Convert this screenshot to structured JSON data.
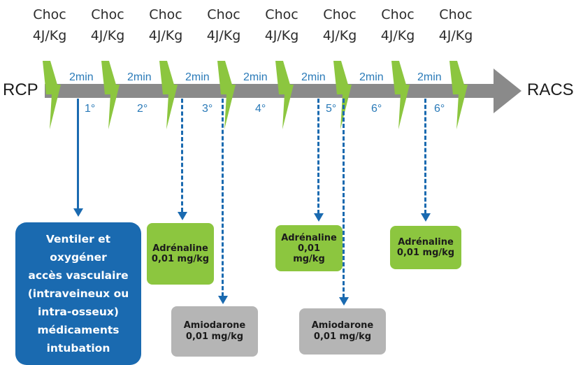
{
  "shocks": [
    {
      "line1": "Choc",
      "line2": "4J/Kg"
    },
    {
      "line1": "Choc",
      "line2": "4J/Kg"
    },
    {
      "line1": "Choc",
      "line2": "4J/Kg"
    },
    {
      "line1": "Choc",
      "line2": "4J/Kg"
    },
    {
      "line1": "Choc",
      "line2": "4J/Kg"
    },
    {
      "line1": "Choc",
      "line2": "4J/Kg"
    },
    {
      "line1": "Choc",
      "line2": "4J/Kg"
    },
    {
      "line1": "Choc",
      "line2": "4J/Kg"
    }
  ],
  "timeline": {
    "start_label": "RCP",
    "end_label": "RACS",
    "intervals": [
      "2min",
      "2min",
      "2min",
      "2min",
      "2min",
      "2min",
      "2min"
    ],
    "cycles": [
      "1°",
      "2°",
      "3°",
      "4°",
      "5°",
      "6°",
      "6°"
    ]
  },
  "boxes": {
    "ventilation": {
      "lines": [
        "Ventiler et",
        "oxygéner",
        "accès vasculaire",
        "(intraveineux ou",
        "intra-osseux)",
        "médicaments",
        "intubation"
      ]
    },
    "adrenaline_1": {
      "name": "Adrénaline",
      "dose": "0,01 mg/kg"
    },
    "amiodarone_1": {
      "name": "Amiodarone",
      "dose": "0,01 mg/kg"
    },
    "adrenaline_2": {
      "name": "Adrénaline",
      "dose_a": "0,01",
      "dose_b": "mg/kg"
    },
    "amiodarone_2": {
      "name": "Amiodarone",
      "dose": "0,01 mg/kg"
    },
    "adrenaline_3": {
      "name": "Adrénaline",
      "dose": "0,01 mg/kg"
    }
  },
  "colors": {
    "arrow": "#8a8a8a",
    "lightning": "#8cc63f",
    "connector": "#1a6ab0",
    "blue_box": "#1a6ab0",
    "green_box": "#8cc63f",
    "grey_box": "#b5b5b5"
  }
}
